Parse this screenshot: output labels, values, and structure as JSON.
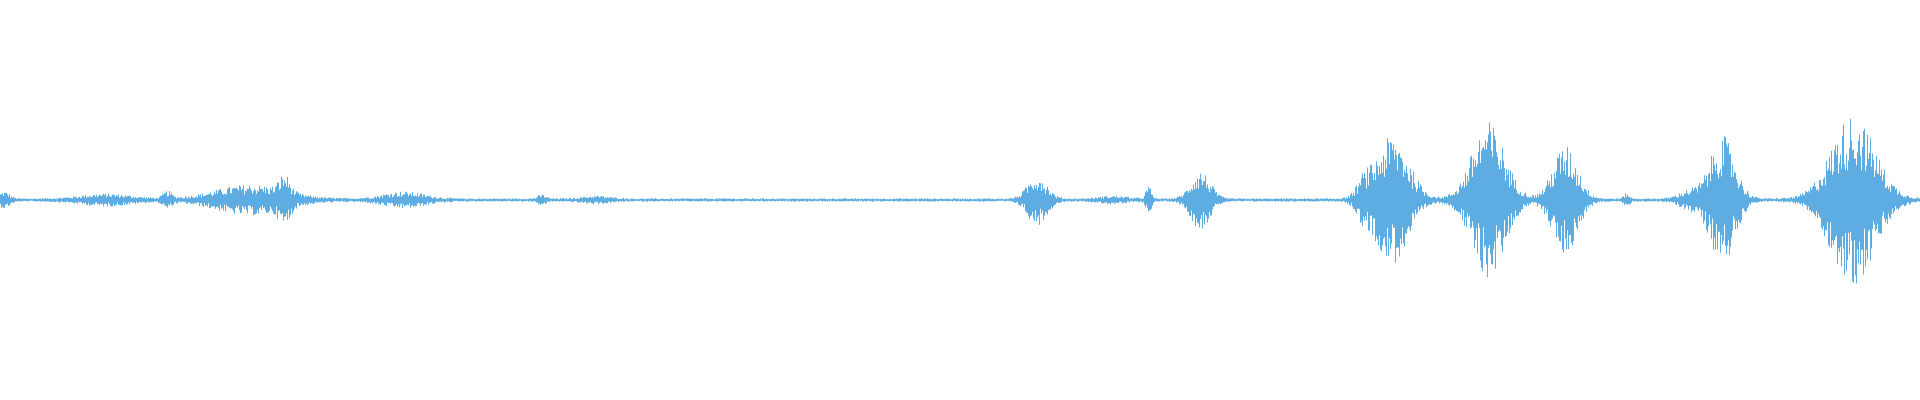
{
  "waveform": {
    "color": "#5dade2",
    "background": "#ffffff",
    "amplitude_scale": 1.0,
    "baseline_amplitude": 0.012,
    "bursts": [
      {
        "center": 0.002,
        "width": 0.004,
        "amp": 0.05
      },
      {
        "center": 0.055,
        "width": 0.018,
        "amp": 0.035
      },
      {
        "center": 0.087,
        "width": 0.003,
        "amp": 0.05
      },
      {
        "center": 0.13,
        "width": 0.025,
        "amp": 0.1
      },
      {
        "center": 0.148,
        "width": 0.004,
        "amp": 0.12
      },
      {
        "center": 0.21,
        "width": 0.015,
        "amp": 0.05
      },
      {
        "center": 0.282,
        "width": 0.003,
        "amp": 0.03
      },
      {
        "center": 0.31,
        "width": 0.01,
        "amp": 0.02
      },
      {
        "center": 0.54,
        "width": 0.007,
        "amp": 0.17
      },
      {
        "center": 0.58,
        "width": 0.01,
        "amp": 0.02
      },
      {
        "center": 0.598,
        "width": 0.002,
        "amp": 0.09
      },
      {
        "center": 0.625,
        "width": 0.007,
        "amp": 0.2
      },
      {
        "center": 0.71,
        "width": 0.005,
        "amp": 0.1
      },
      {
        "center": 0.725,
        "width": 0.012,
        "amp": 0.45
      },
      {
        "center": 0.775,
        "width": 0.012,
        "amp": 0.55
      },
      {
        "center": 0.815,
        "width": 0.009,
        "amp": 0.38
      },
      {
        "center": 0.847,
        "width": 0.002,
        "amp": 0.04
      },
      {
        "center": 0.88,
        "width": 0.008,
        "amp": 0.06
      },
      {
        "center": 0.897,
        "width": 0.009,
        "amp": 0.45
      },
      {
        "center": 0.965,
        "width": 0.016,
        "amp": 0.6
      }
    ]
  }
}
